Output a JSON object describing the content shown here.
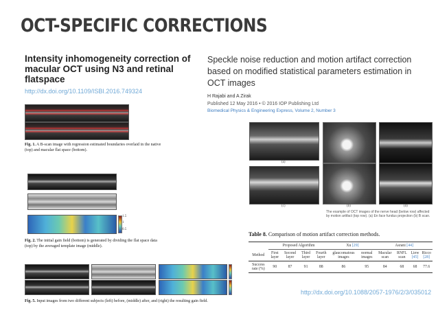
{
  "slide": {
    "title": "OCT-specific corrections"
  },
  "left_paper": {
    "title": "Intensity inhomogeneity correction of macular OCT using N3 and retinal flatspace",
    "link": "http://dx.doi.org/10.1109/ISBI.2016.749324",
    "fig1": {
      "label": "Fig. 1.",
      "caption": "A B-scan image with regression estimated boundaries overlaid in the native (top) and macular flat space (bottom)."
    },
    "fig2": {
      "label": "Fig. 2.",
      "caption": "The initial gain field (bottom) is generated by dividing the flat space data (top) by the averaged template image (middle)."
    },
    "fig5": {
      "label": "Fig. 5.",
      "caption": "Input images from two different subjects (left) before, (middle) after, and (right) the resulting gain field."
    },
    "colorbar_ticks": [
      "1.5",
      "1",
      "0.5"
    ]
  },
  "right_paper": {
    "title": "Speckle noise reduction and motion artifact correction based on modified statistical parameters estimation in OCT images",
    "authors": "H Rajabi and A Zirak",
    "published": "Published 12 May 2016 • © 2016 IOP Publishing Ltd",
    "journal": "Biomedical Physics & Engineering Express, Volume 2, Number 3",
    "figure_labels": [
      "(a)",
      "(b)",
      "(c)",
      "(d)"
    ],
    "figure_caption": "The example of OCT images of the nerve head (below row) affected by motion artifact (top row). (a) En face fundus projection (b) B scan.",
    "link": "http://dx.doi.org/10.1088/2057-1976/2/3/035012",
    "table": {
      "label": "Table 8.",
      "caption": "Comparison of motion artifact correction methods.",
      "groups": [
        {
          "name": "Proposed Algorithm",
          "ref": ""
        },
        {
          "name": "Xu",
          "ref": "[29]"
        },
        {
          "name": "Asrani",
          "ref": "[44]"
        }
      ],
      "method_label": "Method",
      "columns": [
        {
          "name": "First layer",
          "ref": ""
        },
        {
          "name": "Second layer",
          "ref": ""
        },
        {
          "name": "Third layer",
          "ref": ""
        },
        {
          "name": "Fourth layer",
          "ref": ""
        },
        {
          "name": "glaucomatous images",
          "ref": ""
        },
        {
          "name": "normal images",
          "ref": ""
        },
        {
          "name": "Macular scan",
          "ref": ""
        },
        {
          "name": "RNFL scan",
          "ref": ""
        },
        {
          "name": "Liew",
          "ref": "[45]"
        },
        {
          "name": "Ricco",
          "ref": "[28]"
        }
      ],
      "row": {
        "label": "Success rate (%)",
        "values": [
          "90",
          "87",
          "91",
          "88",
          "86",
          "95",
          "84",
          "68",
          "68",
          "77.6"
        ]
      }
    }
  }
}
